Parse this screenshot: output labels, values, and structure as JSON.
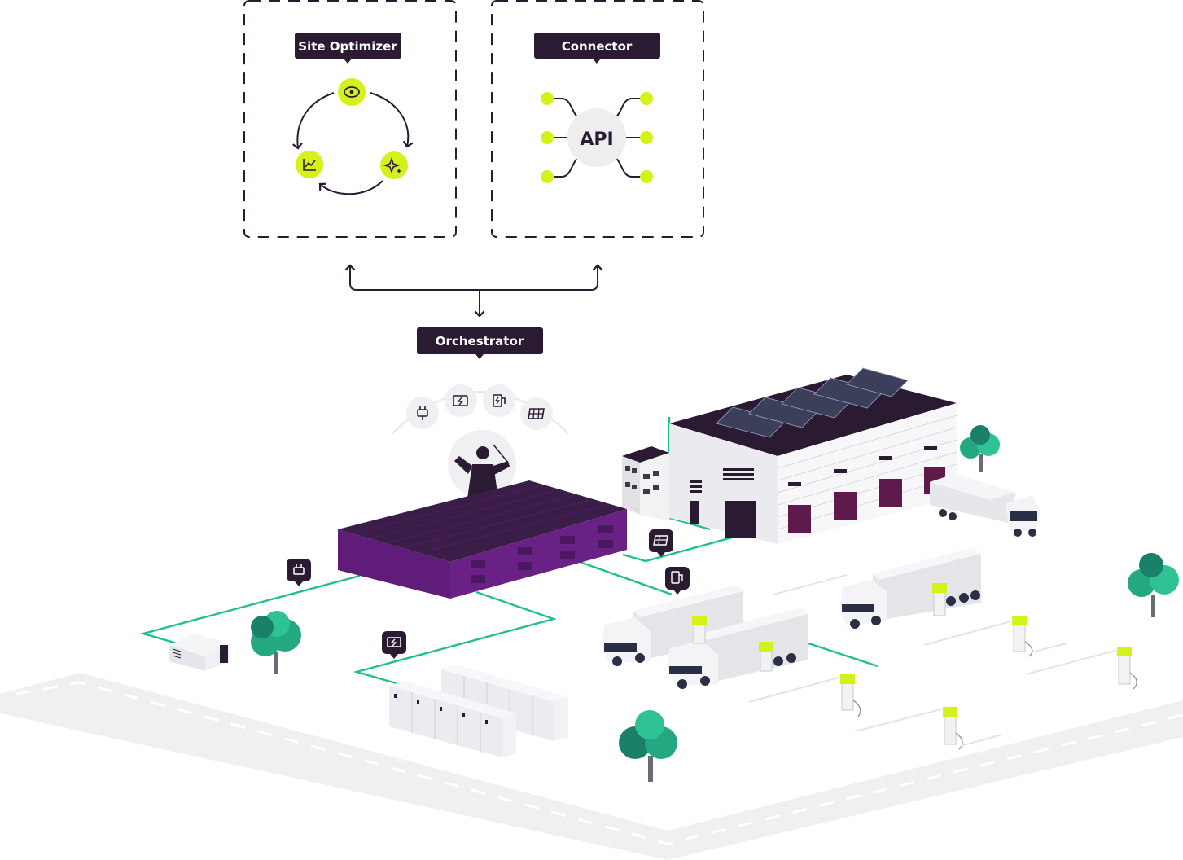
{
  "labels": {
    "site_optimizer": "Site Optimizer",
    "connector": "Connector",
    "orchestrator": "Orchestrator",
    "api": "API"
  },
  "colors": {
    "dark_purple": "#2a1b33",
    "accent_lime": "#d4f21a",
    "green_line": "#1fbf8f",
    "building_purple": "#5f1c78",
    "roof_purple": "#3a1e48",
    "tree_green": "#24a882",
    "tree_dark": "#1b8068"
  },
  "icons": {
    "top": [
      "eye-icon",
      "sparkle-icon",
      "chart-line-icon"
    ],
    "orchestrator_ring": [
      "plug-icon",
      "battery-icon",
      "ev-charger-icon",
      "solar-grid-icon"
    ]
  }
}
